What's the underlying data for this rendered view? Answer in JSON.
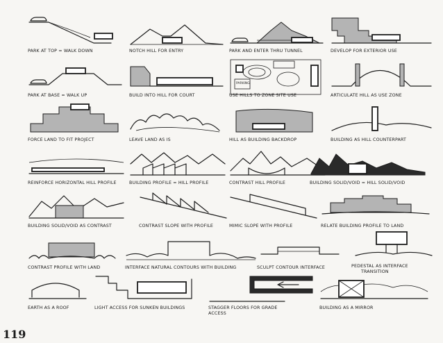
{
  "page_number": "119",
  "captions": {
    "r1c1": "PARK AT TOP = WALK DOWN",
    "r1c2": "NOTCH HILL FOR ENTRY",
    "r1c3": "PARK AND ENTER THRU TUNNEL",
    "r1c4": "DEVELOP FOR EXTERIOR USE",
    "r2c1": "PARK AT BASE = WALK UP",
    "r2c2": "BUILD INTO HILL FOR COURT",
    "r2c3": "USE HILLS TO ZONE SITE USE",
    "r2c4": "ARTICULATE HILL AS USE ZONE",
    "r3c1": "FORCE LAND TO FIT PROJECT",
    "r3c2": "LEAVE LAND AS IS",
    "r3c3": "HILL AS BUILDING BACKDROP",
    "r3c4": "BUILDING AS HILL COUNTERPART",
    "r4c1": "REINFORCE HORIZONTAL HILL PROFILE",
    "r4c2": "BUILDING PROFILE = HILL PROFILE",
    "r4c3": "CONTRAST HILL PROFILE",
    "r4c4": "BUILDING SOLID/VOID = HILL SOLID/VOID",
    "r5c1": "BUILDING SOLID/VOID AS CONTRAST",
    "r5c2": "CONTRAST SLOPE WITH PROFILE",
    "r5c3": "MIMIC SLOPE WITH PROFILE",
    "r5c4": "RELATE BUILDING PROFILE TO LAND",
    "r6c1": "CONTRAST PROFILE WITH LAND",
    "r6c2": "INTERFACE NATURAL CONTOURS WITH BUILDING",
    "r6c3": "SCULPT CONTOUR INTERFACE",
    "r6c4a": "PEDESTAL AS INTERFACE",
    "r6c4b": "TRANSITION",
    "r7c1": "EARTH AS A ROOF",
    "r7c2": "LIGHT ACCESS FOR SUNKEN BUILDINGS",
    "r7c3a": "STAGGER FLOORS FOR GRADE",
    "r7c3b": "ACCESS",
    "r7c4": "BUILDING AS A MIRROR"
  },
  "inline_labels": {
    "parking": "PARKING"
  },
  "colors": {
    "ink": "#1c1c1c",
    "tone": "#b4b4b4",
    "paper": "#f7f6f3"
  }
}
